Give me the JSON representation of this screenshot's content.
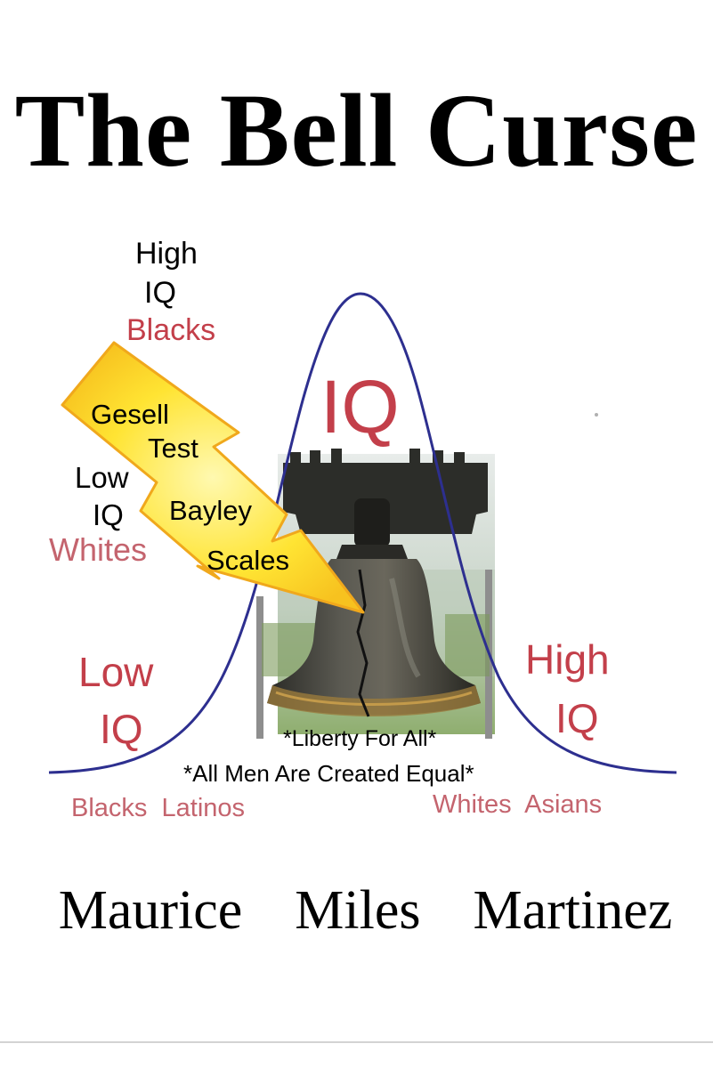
{
  "cover": {
    "title": "The Bell Curse",
    "author": "Maurice  Miles  Martinez",
    "labels": {
      "high_iq_blacks_line1": "High",
      "high_iq_blacks_line2": "IQ",
      "high_iq_blacks_line3": "Blacks",
      "gesell": "Gesell",
      "test": "Test",
      "low_iq_whites_line1": "Low",
      "low_iq_whites_line2": "IQ",
      "low_iq_whites_line3": "Whites",
      "bayley": "Bayley",
      "scales": "Scales",
      "center_iq": "IQ",
      "low_iq_line1": "Low",
      "low_iq_line2": "IQ",
      "high_iq_line1": "High",
      "high_iq_line2": "IQ",
      "liberty": "*Liberty For All*",
      "equal": "*All Men Are Created Equal*",
      "left_groups": "Blacks  Latinos",
      "right_groups": "Whites  Asians"
    },
    "colors": {
      "curve": "#2d2f8f",
      "lightning": "#ffe233",
      "lightning_edge": "#f0a81c",
      "label_red": "#c33f4a",
      "bell": "#3a3b36"
    }
  }
}
